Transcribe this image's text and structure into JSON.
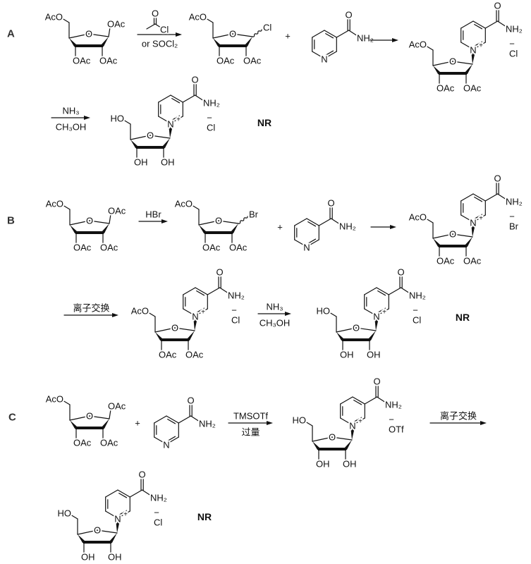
{
  "sections": [
    {
      "label": "A",
      "molecules": [
        {
          "type": "ribose",
          "c5": "AcO",
          "o": "O",
          "c1": "OAc",
          "c3": "OAc",
          "c2": "OAc"
        },
        {
          "type": "ribose",
          "c5": "AcO",
          "o": "O",
          "c1": "Cl",
          "c1_bond": "wavy",
          "c3": "OAc",
          "c2": "OAc"
        },
        {
          "type": "nicotinamide",
          "n": "N",
          "amide_o": "O",
          "amide_n": "NH₂"
        },
        {
          "type": "nucleoside",
          "c5": "AcO",
          "o": "O",
          "c3": "OAc",
          "c2": "OAc",
          "n": "N",
          "charge": "+",
          "amide_o": "O",
          "amide_n": "NH₂",
          "anion_charge": "−",
          "anion": "Cl"
        },
        {
          "type": "nucleoside",
          "c5": "HO",
          "o": "O",
          "c3": "OH",
          "c2": "OH",
          "n": "N",
          "charge": "+",
          "amide_o": "O",
          "amide_n": "NH₂",
          "anion_charge": "−",
          "anion": "Cl"
        }
      ],
      "arrows": [
        {
          "above": "",
          "below": "or SOCl₂",
          "reagent_structure": {
            "o": "O",
            "cl": "Cl"
          }
        },
        {
          "above": "",
          "below": ""
        },
        {
          "above": "NH₃",
          "below": "CH₃OH"
        }
      ],
      "plus": "+",
      "product_label": "NR"
    },
    {
      "label": "B",
      "molecules": [
        {
          "type": "ribose",
          "c5": "AcO",
          "o": "O",
          "c1": "OAc",
          "c3": "OAc",
          "c2": "OAc"
        },
        {
          "type": "ribose",
          "c5": "AcO",
          "o": "O",
          "c1": "Br",
          "c1_bond": "wavy",
          "c3": "OAc",
          "c2": "OAc"
        },
        {
          "type": "nicotinamide",
          "n": "N",
          "amide_o": "O",
          "amide_n": "NH₂"
        },
        {
          "type": "nucleoside",
          "c5": "AcO",
          "o": "O",
          "c3": "OAc",
          "c2": "OAc",
          "n": "N",
          "charge": "+",
          "amide_o": "O",
          "amide_n": "NH₂",
          "anion_charge": "−",
          "anion": "Br"
        },
        {
          "type": "nucleoside",
          "c5": "AcO",
          "o": "O",
          "c3": "OAc",
          "c2": "OAc",
          "n": "N",
          "charge": "+",
          "amide_o": "O",
          "amide_n": "NH₂",
          "anion_charge": "−",
          "anion": "Cl"
        },
        {
          "type": "nucleoside",
          "c5": "HO",
          "o": "O",
          "c3": "OH",
          "c2": "OH",
          "n": "N",
          "charge": "+",
          "amide_o": "O",
          "amide_n": "NH₂",
          "anion_charge": "−",
          "anion": "Cl"
        }
      ],
      "arrows": [
        {
          "above": "HBr",
          "below": ""
        },
        {
          "above": "",
          "below": ""
        },
        {
          "above": "离子交换",
          "below": ""
        },
        {
          "above": "NH₃",
          "below": "CH₃OH"
        }
      ],
      "plus": "+",
      "product_label": "NR"
    },
    {
      "label": "C",
      "molecules": [
        {
          "type": "ribose",
          "c5": "AcO",
          "o": "O",
          "c1": "OAc",
          "c3": "OAc",
          "c2": "OAc"
        },
        {
          "type": "nicotinamide",
          "n": "N",
          "amide_o": "O",
          "amide_n": "NH₂"
        },
        {
          "type": "nucleoside",
          "c5": "HO",
          "o": "O",
          "c3": "OH",
          "c2": "OH",
          "n": "N",
          "charge": "+",
          "amide_o": "O",
          "amide_n": "NH₂",
          "anion_charge": "−",
          "anion": "OTf"
        },
        {
          "type": "nucleoside",
          "c5": "HO",
          "o": "O",
          "c3": "OH",
          "c2": "OH",
          "n": "N",
          "charge": "+",
          "amide_o": "O",
          "amide_n": "NH₂",
          "anion_charge": "−",
          "anion": "Cl"
        }
      ],
      "arrows": [
        {
          "above": "TMSOTf",
          "below": "过量"
        },
        {
          "above": "离子交换",
          "below": ""
        }
      ],
      "plus": "+",
      "product_label": "NR"
    }
  ]
}
